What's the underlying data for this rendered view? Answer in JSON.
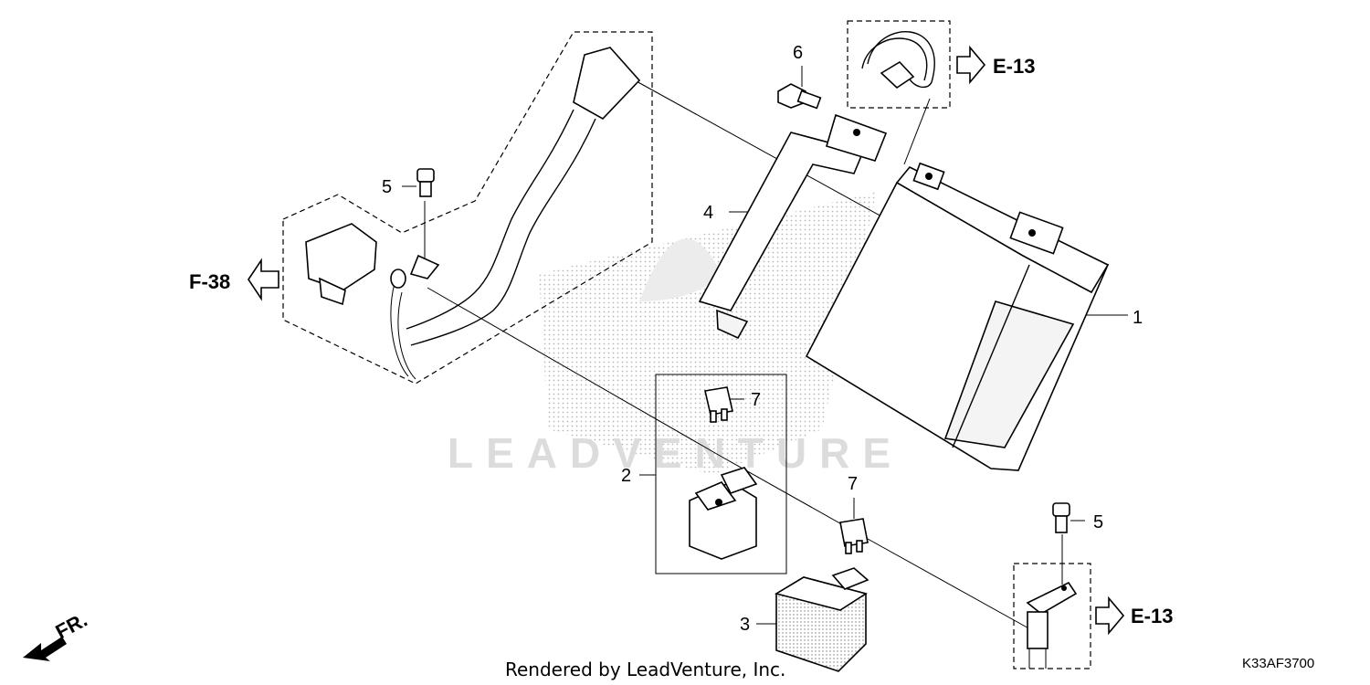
{
  "diagram": {
    "footer_text": "Rendered by LeadVenture, Inc.",
    "diagram_code": "K33AF3700",
    "watermark_text": "LEADVENTURE",
    "direction_label": "FR.",
    "part_numbers": {
      "battery": "1",
      "relay": "2",
      "relay_cover": "3",
      "battery_band": "4",
      "bolt_upper": "5",
      "bolt_lower": "5",
      "bolt_top": "6",
      "fuse_upper": "7",
      "fuse_lower": "7"
    },
    "references": {
      "left": "F-38",
      "top_right": "E-13",
      "bottom_right": "E-13"
    }
  }
}
